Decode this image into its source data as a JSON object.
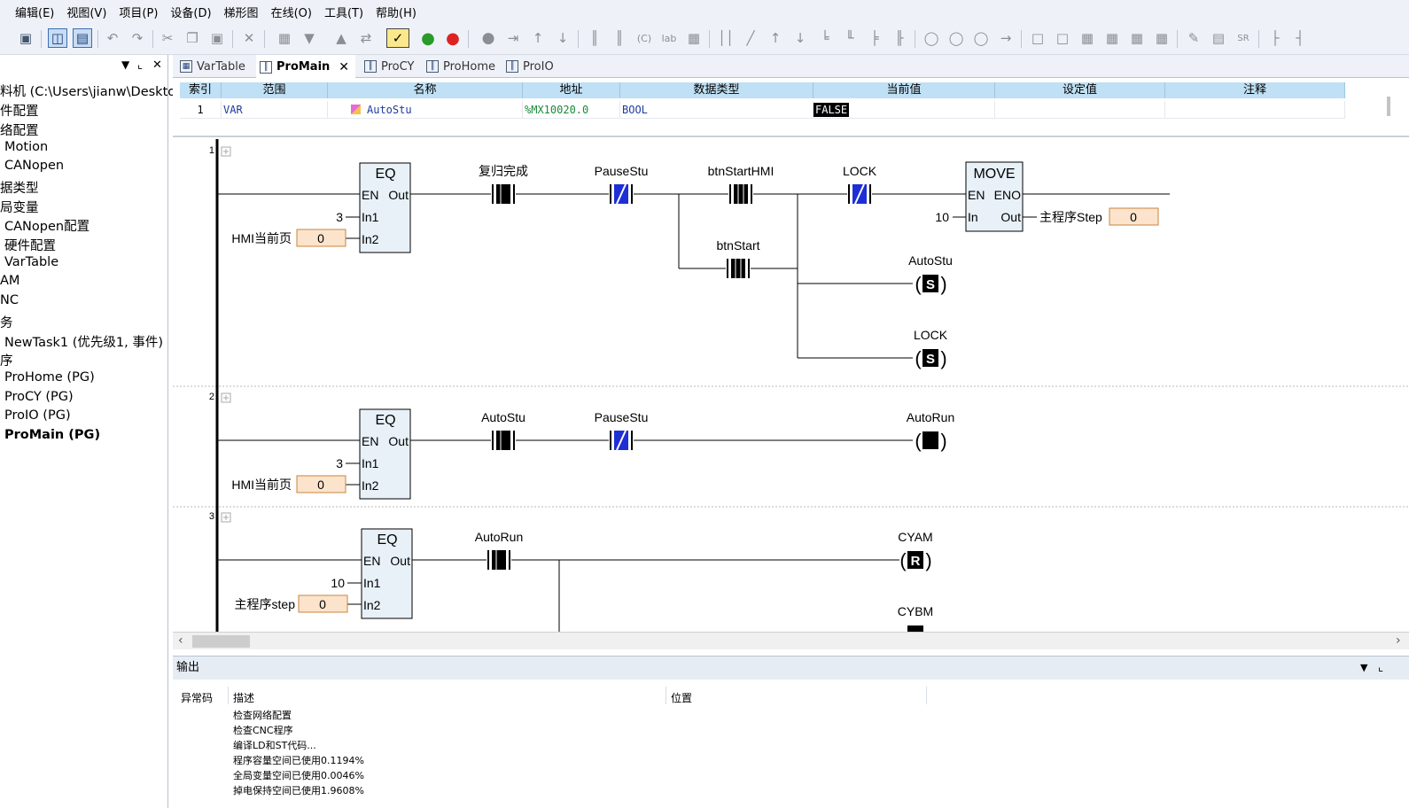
{
  "menu": [
    "编辑(E)",
    "视图(V)",
    "项目(P)",
    "设备(D)",
    "梯形图",
    "在线(O)",
    "工具(T)",
    "帮助(H)"
  ],
  "toolbar_icons": [
    "save-icon",
    "layout-icon",
    "window-icon",
    "undo-icon",
    "redo-icon",
    "cut-icon",
    "copy-icon",
    "paste-icon",
    "delete-icon",
    "build-icon",
    "download-icon",
    "upload-icon",
    "compare-icon",
    "login-icon",
    "run-icon",
    "stop-icon",
    "breakpoint-icon",
    "step-in-icon",
    "up-icon",
    "down-icon",
    "contact-icon",
    "contact-icon",
    "coil-icon",
    "set-coil-icon",
    "reset-coil-icon",
    "jump-icon",
    "box-icon"
  ],
  "toolbar_text_icons": [
    "(C)",
    "lab",
    "SR"
  ],
  "colors": {
    "accent_blue": "#1e2fd6",
    "table_header": "#bfe0f5",
    "fbd_fill": "#e8f1f8",
    "value_fill": "#fce3cc"
  },
  "tree": {
    "items": [
      "料机 (C:\\Users\\jianw\\Deskto",
      "件配置",
      "络配置",
      "Motion",
      "CANopen",
      "据类型",
      "局变量",
      "CANopen配置",
      "硬件配置",
      "VarTable",
      "AM",
      "NC",
      "务",
      "NewTask1 (优先级1, 事件)",
      "序",
      "ProHome (PG)",
      "ProCY (PG)",
      "ProIO (PG)",
      "ProMain (PG)"
    ]
  },
  "tabs": [
    "VarTable",
    "ProMain",
    "ProCY",
    "ProHome",
    "ProIO"
  ],
  "vartable": {
    "headers": [
      "索引",
      "范围",
      "名称",
      "地址",
      "数据类型",
      "当前值",
      "设定值",
      "注释"
    ],
    "row": {
      "index": "1",
      "scope": "VAR",
      "name": "AutoStu",
      "address": "%MX10020.0",
      "type": "BOOL",
      "current": "FALSE"
    }
  },
  "ladder": {
    "r1": {
      "num": "1",
      "eq": "EQ",
      "en": "EN",
      "out": "Out",
      "in1": "In1",
      "in2": "In2",
      "in1_val": "3",
      "in2_label": "HMI当前页",
      "in2_val": "0",
      "c1": "复归完成",
      "c2": "PauseStu",
      "c3": "btnStartHMI",
      "c4": "LOCK",
      "c5": "btnStart",
      "move": "MOVE",
      "eno": "ENO",
      "in": "In",
      "move_in": "10",
      "move_out_label": "主程序Step",
      "move_out_val": "0",
      "coil1": "AutoStu",
      "coil2": "LOCK",
      "coil_s": "S"
    },
    "r2": {
      "num": "2",
      "eq": "EQ",
      "en": "EN",
      "out": "Out",
      "in1": "In1",
      "in2": "In2",
      "in1_val": "3",
      "in2_label": "HMI当前页",
      "in2_val": "0",
      "c1": "AutoStu",
      "c2": "PauseStu",
      "coil": "AutoRun"
    },
    "r3": {
      "num": "3",
      "eq": "EQ",
      "en": "EN",
      "out": "Out",
      "in1": "In1",
      "in2": "In2",
      "in1_val": "10",
      "in2_label": "主程序step",
      "in2_val": "0",
      "c1": "AutoRun",
      "coil1": "CYAM",
      "coil2": "CYBM",
      "coil_r": "R"
    }
  },
  "output": {
    "title": "输出",
    "headers": [
      "异常码",
      "描述",
      "位置"
    ],
    "lines": [
      "检查网络配置",
      "检查CNC程序",
      "编译LD和ST代码...",
      "程序容量空间已使用0.1194%",
      "全局变量空间已使用0.0046%",
      "掉电保持空间已使用1.9608%"
    ]
  }
}
